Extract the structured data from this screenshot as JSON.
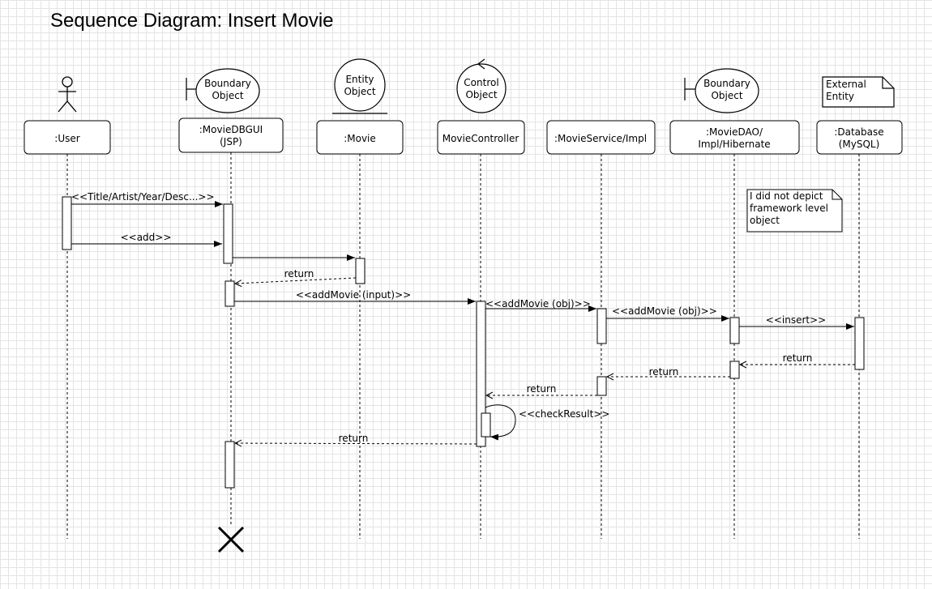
{
  "diagram": {
    "title": "Sequence Diagram: Insert Movie",
    "stereotypes": {
      "boundary_gui": [
        "Boundary",
        "Object"
      ],
      "entity_movie": [
        "Entity",
        "Object"
      ],
      "control": [
        "Control",
        "Object"
      ],
      "boundary_dao": [
        "Boundary",
        "Object"
      ],
      "external": [
        "External",
        "Entity"
      ]
    },
    "lifelines": [
      {
        "id": "user",
        "lines": [
          ":User"
        ]
      },
      {
        "id": "gui",
        "lines": [
          ":MovieDBGUI",
          "(JSP)"
        ]
      },
      {
        "id": "movie",
        "lines": [
          ":Movie"
        ]
      },
      {
        "id": "controller",
        "lines": [
          "MovieController"
        ]
      },
      {
        "id": "service",
        "lines": [
          ":MovieService/Impl"
        ]
      },
      {
        "id": "dao",
        "lines": [
          ":MovieDAO/",
          "Impl/Hibernate"
        ]
      },
      {
        "id": "database",
        "lines": [
          ":Database",
          "(MySQL)"
        ]
      }
    ],
    "messages": [
      {
        "id": "msg-title",
        "label": "<<Title/Artist/Year/Desc...>>",
        "kind": "sync"
      },
      {
        "id": "msg-add",
        "label": "<<add>>",
        "kind": "sync"
      },
      {
        "id": "msg-create-movie",
        "label": "",
        "kind": "sync"
      },
      {
        "id": "msg-return-movie",
        "label": "return",
        "kind": "return"
      },
      {
        "id": "msg-addmovie-input",
        "label": "<<addMovie (input)>>",
        "kind": "sync"
      },
      {
        "id": "msg-addmovie-obj-1",
        "label": "<<addMovie (obj)>>",
        "kind": "sync"
      },
      {
        "id": "msg-addmovie-obj-2",
        "label": "<<addMovie (obj)>>",
        "kind": "sync"
      },
      {
        "id": "msg-insert",
        "label": "<<insert>>",
        "kind": "sync"
      },
      {
        "id": "msg-return-db",
        "label": "return",
        "kind": "return"
      },
      {
        "id": "msg-return-dao",
        "label": "return",
        "kind": "return"
      },
      {
        "id": "msg-return-service",
        "label": "return",
        "kind": "return"
      },
      {
        "id": "msg-check-result",
        "label": "<<checkResult>>",
        "kind": "self"
      },
      {
        "id": "msg-return-controller",
        "label": "return",
        "kind": "return"
      }
    ],
    "note": [
      "I did not depict",
      "framework level",
      "object"
    ]
  }
}
